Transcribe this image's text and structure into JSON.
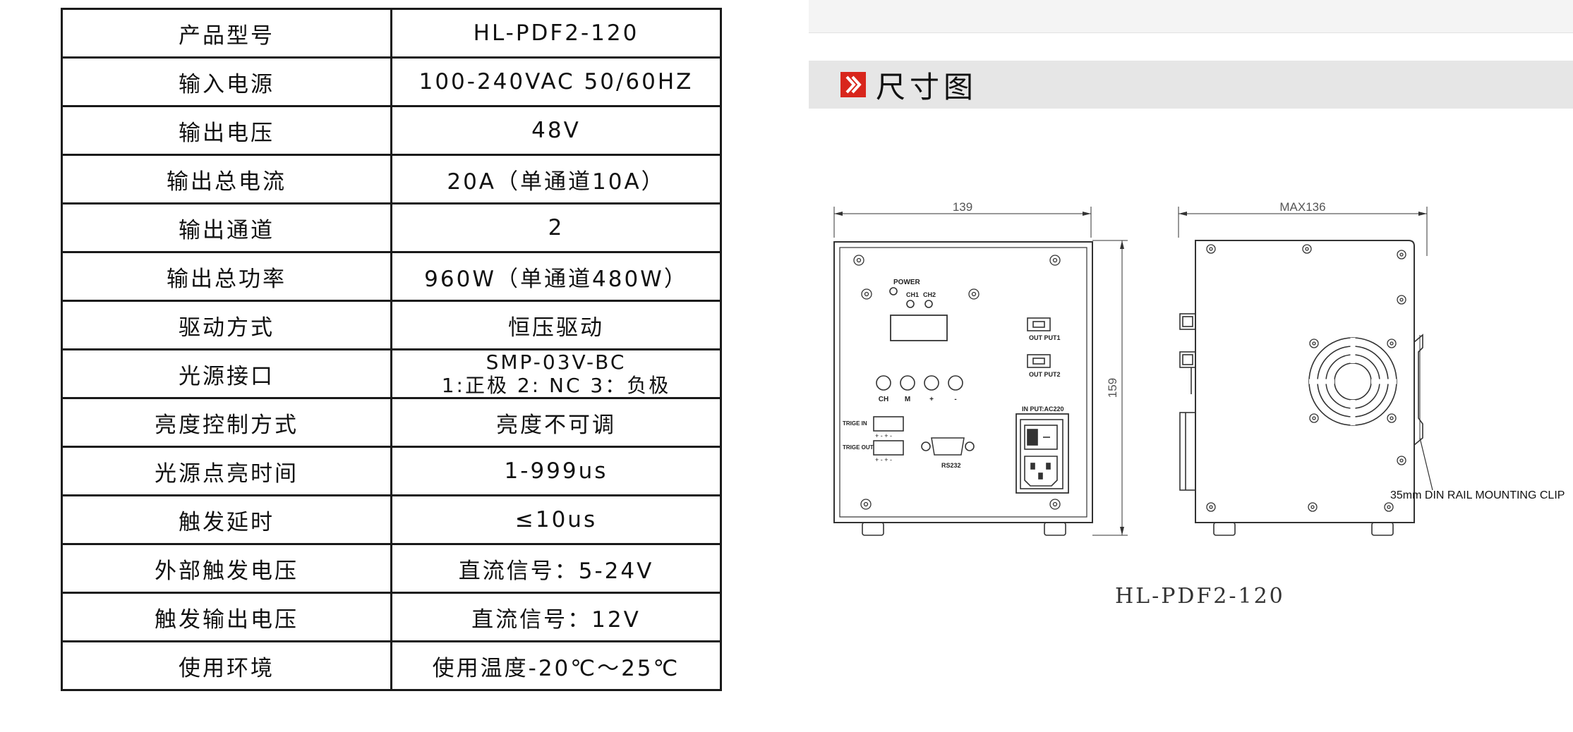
{
  "spec_rows": [
    {
      "label": "产品型号",
      "value": "HL-PDF2-120"
    },
    {
      "label": "输入电源",
      "value": "100-240VAC 50/60HZ"
    },
    {
      "label": "输出电压",
      "value": "48V"
    },
    {
      "label": "输出总电流",
      "value": "20A（单通道10A）"
    },
    {
      "label": "输出通道",
      "value": "2"
    },
    {
      "label": "输出总功率",
      "value": "960W（单通道480W）"
    },
    {
      "label": "驱动方式",
      "value": "恒压驱动"
    },
    {
      "label": "光源接口",
      "value": "SMP-03V-BC",
      "value2": "1:正极 2: NC  3：负极"
    },
    {
      "label": "亮度控制方式",
      "value": "亮度不可调"
    },
    {
      "label": "光源点亮时间",
      "value": "1-999us"
    },
    {
      "label": "触发延时",
      "value": "≤10us"
    },
    {
      "label": "外部触发电压",
      "value": "直流信号：5-24V"
    },
    {
      "label": "触发输出电压",
      "value": "直流信号：12V"
    },
    {
      "label": "使用环境",
      "value": "使用温度-20℃～25℃"
    }
  ],
  "section": {
    "title": "尺寸图",
    "icon": "double-chevron-right-icon",
    "accent_color": "#d8261c"
  },
  "drawing": {
    "dim_width_front": "139",
    "dim_height": "159",
    "dim_width_side": "MAX136",
    "labels": {
      "power": "POWER",
      "ch1": "CH1",
      "ch2": "CH2",
      "out1": "OUT PUT1",
      "out2": "OUT PUT2",
      "btn_ch": "CH",
      "btn_m": "M",
      "btn_plus": "+",
      "btn_minus": "-",
      "trig_in": "TRIGE IN",
      "trig_out": "TRIGE OUT",
      "terminal_marks": "+ - + -",
      "rs232": "RS232",
      "input": "IN PUT:AC220",
      "clip": "35mm DIN RAIL MOUNTING CLIP"
    }
  },
  "caption": "HL-PDF2-120"
}
